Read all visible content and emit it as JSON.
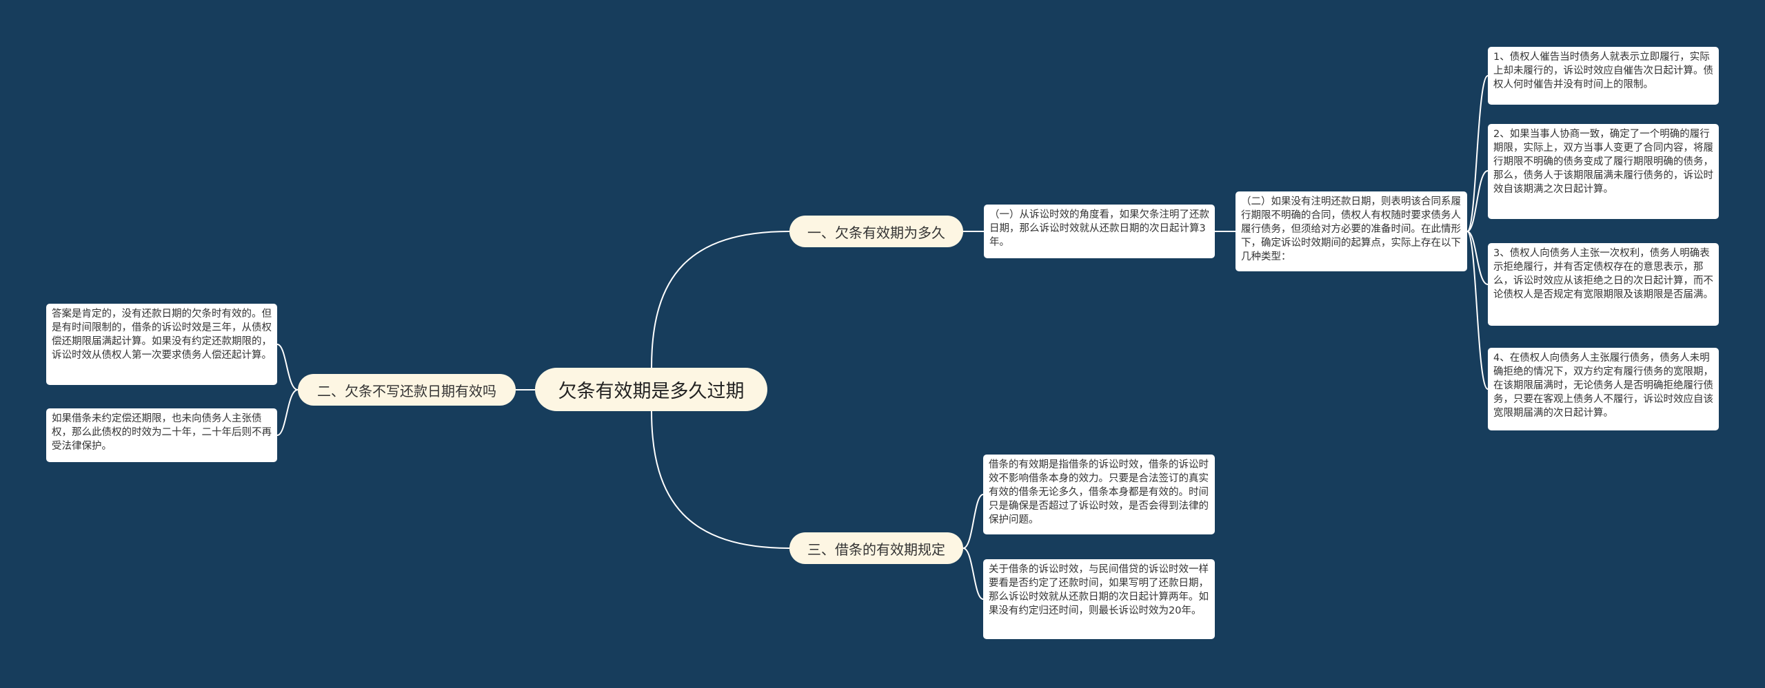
{
  "root": {
    "label": "欠条有效期是多久过期"
  },
  "branches": {
    "b1": {
      "label": "一、欠条有效期为多久"
    },
    "b2": {
      "label": "二、欠条不写还款日期有效吗"
    },
    "b3": {
      "label": "三、借条的有效期规定"
    }
  },
  "leaves": {
    "b1_1": {
      "text": "（一）从诉讼时效的角度看，如果欠条注明了还款日期，那么诉讼时效就从还款日期的次日起计算3年。"
    },
    "b1_2": {
      "text": "（二）如果没有注明还款日期，则表明该合同系履行期限不明确的合同，债权人有权随时要求债务人履行债务，但须给对方必要的准备时间。在此情形下，确定诉讼时效期间的起算点，实际上存在以下几种类型："
    },
    "b1_2_1": {
      "text": "1、债权人催告当时债务人就表示立即履行，实际上却未履行的，诉讼时效应自催告次日起计算。债权人何时催告并没有时间上的限制。"
    },
    "b1_2_2": {
      "text": "2、如果当事人协商一致，确定了一个明确的履行期限，实际上，双方当事人变更了合同内容，将履行期限不明确的债务变成了履行期限明确的债务，那么，债务人于该期限届满未履行债务的，诉讼时效自该期满之次日起计算。"
    },
    "b1_2_3": {
      "text": "3、债权人向债务人主张一次权利，债务人明确表示拒绝履行，并有否定债权存在的意思表示，那么，诉讼时效应从该拒绝之日的次日起计算，而不论债权人是否规定有宽限期限及该期限是否届满。"
    },
    "b1_2_4": {
      "text": "4、在债权人向债务人主张履行债务，债务人未明确拒绝的情况下，双方约定有履行债务的宽限期，在该期限届满时，无论债务人是否明确拒绝履行债务，只要在客观上债务人不履行，诉讼时效应自该宽限期届满的次日起计算。"
    },
    "b2_1": {
      "text": "答案是肯定的，没有还款日期的欠条时有效的。但是有时间限制的，借条的诉讼时效是三年，从债权偿还期限届满起计算。如果没有约定还款期限的，诉讼时效从债权人第一次要求债务人偿还起计算。"
    },
    "b2_2": {
      "text": "如果借条未约定偿还期限，也未向债务人主张债权，那么此债权的时效为二十年，二十年后则不再受法律保护。"
    },
    "b3_1": {
      "text": "借条的有效期是指借条的诉讼时效，借条的诉讼时效不影响借条本身的效力。只要是合法签订的真实有效的借条无论多久，借条本身都是有效的。时间只是确保是否超过了诉讼时效，是否会得到法律的保护问题。"
    },
    "b3_2": {
      "text": "关于借条的诉讼时效，与民间借贷的诉讼时效一样要看是否约定了还款时间，如果写明了还款日期，那么诉讼时效就从还款日期的次日起计算两年。如果没有约定归还时间，则最长诉讼时效为20年。"
    }
  },
  "colors": {
    "background": "#173d5c",
    "branch_fill": "#fdf6e3",
    "leaf_fill": "#ffffff",
    "line": "#ffffff"
  }
}
